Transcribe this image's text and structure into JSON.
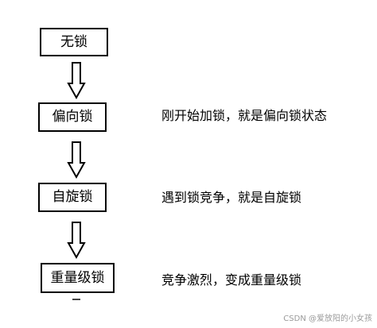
{
  "diagram": {
    "states": [
      {
        "label": "无锁",
        "note": ""
      },
      {
        "label": "偏向锁",
        "note": "刚开始加锁，就是偏向锁状态"
      },
      {
        "label": "自旋锁",
        "note": "遇到锁竞争，就是自旋锁"
      },
      {
        "label": "重量级锁",
        "note": "竞争激烈，变成重量级锁"
      }
    ],
    "line_color": "#000000"
  },
  "watermark": "CSDN @爱放阳的小女孩"
}
